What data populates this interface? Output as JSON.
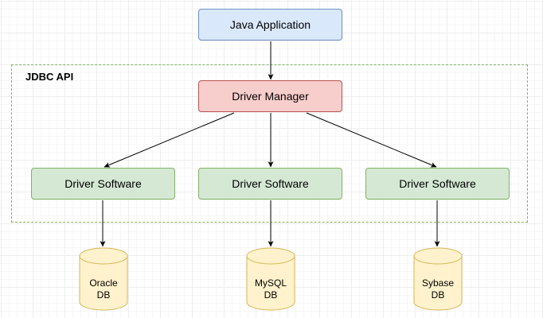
{
  "group": {
    "label": "JDBC API"
  },
  "nodes": {
    "app": "Java Application",
    "manager": "Driver Manager",
    "drivers": [
      "Driver Software",
      "Driver Software",
      "Driver Software"
    ]
  },
  "databases": [
    {
      "line1": "Oracle",
      "line2": "DB"
    },
    {
      "line1": "MySQL",
      "line2": "DB"
    },
    {
      "line1": "Sybase",
      "line2": "DB"
    }
  ],
  "colors": {
    "app_fill": "#dae8fc",
    "app_stroke": "#6c8ebf",
    "manager_fill": "#f8cecc",
    "manager_stroke": "#b85450",
    "driver_fill": "#d5e8d4",
    "driver_stroke": "#82b366",
    "db_fill": "#fff2cc",
    "db_stroke": "#d6b656"
  }
}
